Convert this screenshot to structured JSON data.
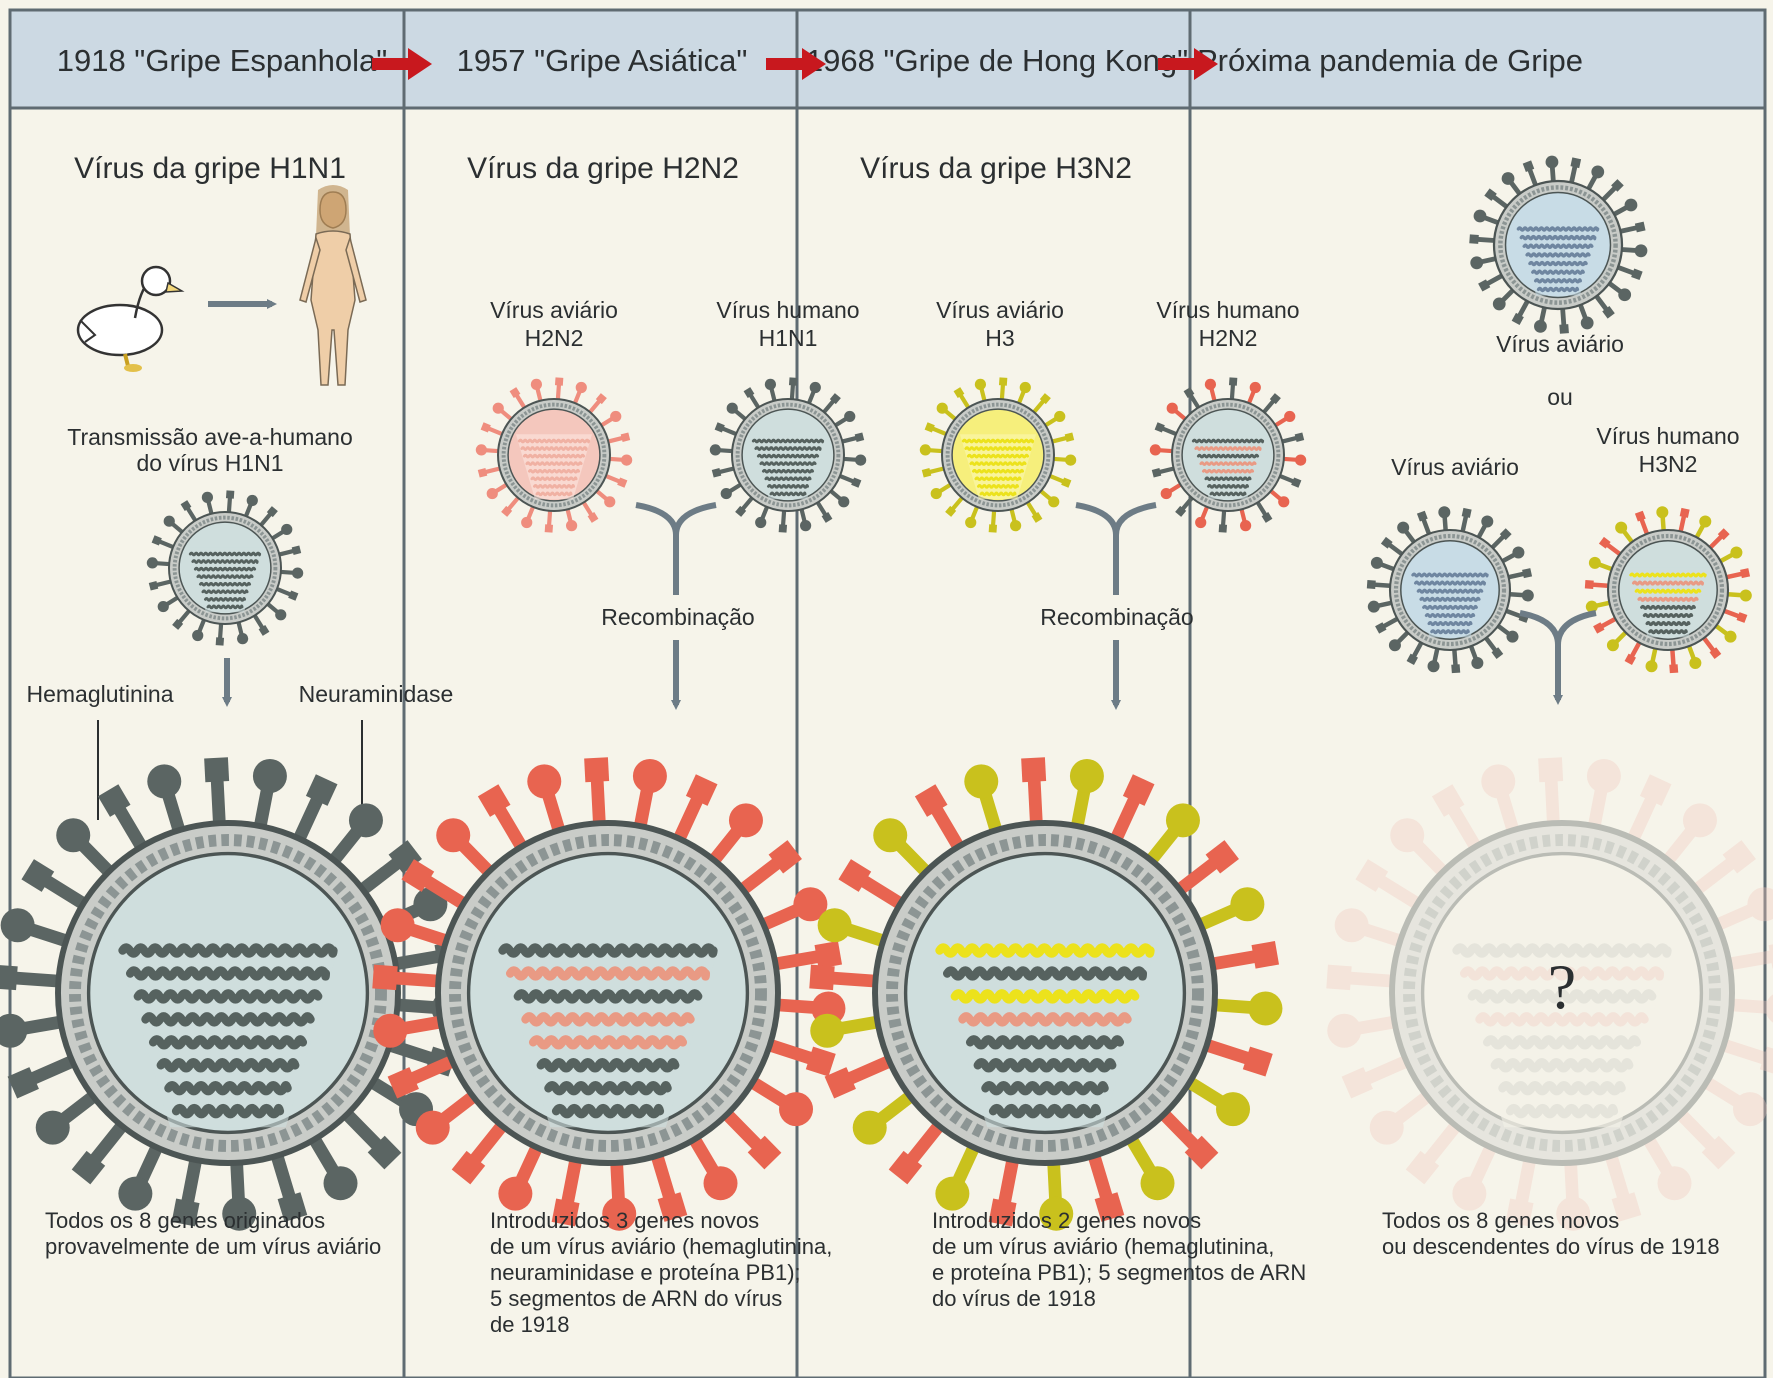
{
  "colors": {
    "background": "#f6f4ea",
    "header_fill": "#ccd9e3",
    "border": "#5f6b72",
    "arrow_red": "#c8181e",
    "arrow_gray": "#6d7c86",
    "virus_dark": "#5b6563",
    "virus_salmon": "#ef8d7e",
    "virus_red": "#e86450",
    "virus_yellow": "#f1e81b",
    "virus_olive": "#c9c11d",
    "core_light_blue": "#c8dce6",
    "core_pale": "#cfdedd",
    "segment_dark": "#56625f",
    "segment_salmon": "#e99a84",
    "segment_yellow": "#ece21c",
    "skin": "#efcea8"
  },
  "panels": [
    {
      "header": "1918 \"Gripe Espanhola\"",
      "title": "Vírus da gripe H1N1",
      "transmission_label": "Transmissão ave-a-humano\ndo vírus H1N1",
      "label_left": "Hemaglutinina",
      "label_right": "Neuraminidase",
      "caption": "Todos os 8 genes originados\nprovavelmente de um vírus aviário",
      "icons": [
        "duck-icon",
        "human-figure-icon",
        "virus-icon"
      ]
    },
    {
      "header": "1957 \"Gripe Asiática\"",
      "title": "Vírus da gripe H2N2",
      "parent_left": "Vírus aviário\nH2N2",
      "parent_right": "Vírus humano\nH1N1",
      "process_label": "Recombinação",
      "caption": "Introduzidos 3 genes novos\nde um vírus aviário (hemaglutinina,\nneuraminidase e proteína PB1);\n5 segmentos de ARN do vírus\nde 1918",
      "icons": [
        "virus-icon"
      ]
    },
    {
      "header": "1968 \"Gripe de Hong Kong\"",
      "title": "Vírus da gripe H3N2",
      "parent_left": "Vírus aviário\nH3",
      "parent_right": "Vírus humano\nH2N2",
      "process_label": "Recombinação",
      "caption": "Introduzidos 2 genes novos\nde um vírus aviário (hemaglutinina,\ne proteína PB1); 5 segmentos de ARN\ndo vírus de 1918",
      "icons": [
        "virus-icon"
      ]
    },
    {
      "header": "Próxima pandemia de Gripe",
      "top_label": "Vírus aviário",
      "or_label": "ou",
      "parent_left": "Vírus aviário",
      "parent_right": "Vírus humano\nH3N2",
      "question": "?",
      "caption": "Todos os 8 genes novos\nou descendentes do vírus de 1918",
      "icons": [
        "virus-icon",
        "question-mark-icon"
      ]
    }
  ]
}
